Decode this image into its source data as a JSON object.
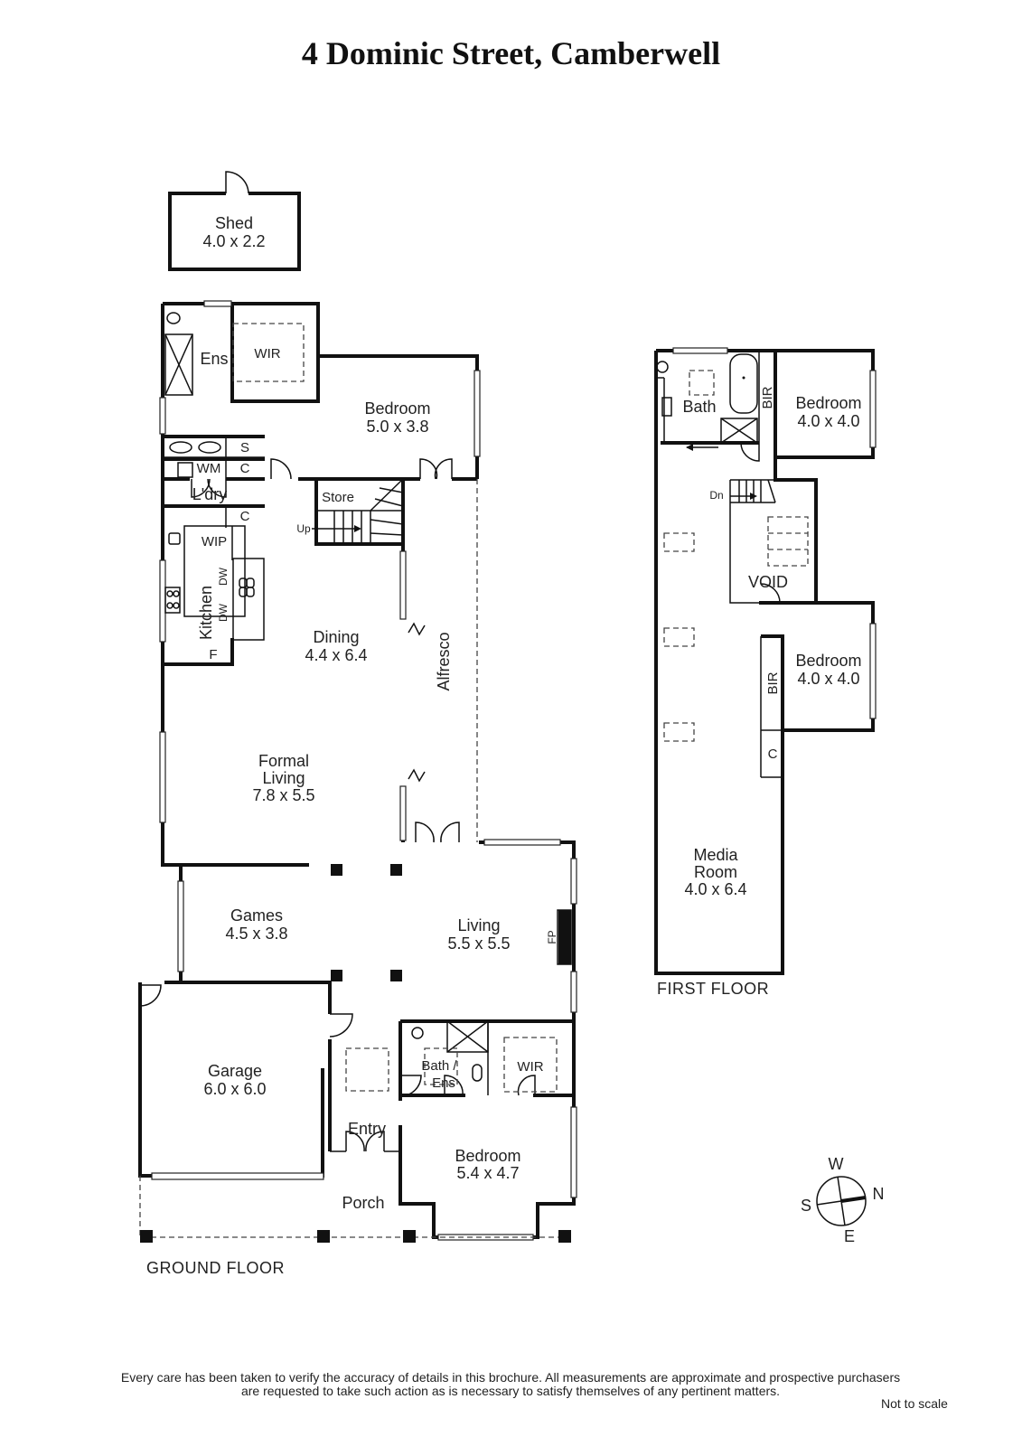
{
  "title": "4 Dominic Street, Camberwell",
  "ground_floor": {
    "label": "GROUND FLOOR",
    "shed": {
      "name": "Shed",
      "size": "4.0 x 2.2"
    },
    "master_bedroom": {
      "name": "Bedroom",
      "size": "5.0 x 3.8"
    },
    "ens": "Ens",
    "wir_top": "WIR",
    "laundry": "L'dry",
    "wm": "WM",
    "s": "S",
    "c_laundry": "C",
    "c_kitchen": "C",
    "store": "Store",
    "up": "Up",
    "wip": "WIP",
    "dw1": "DW",
    "dw2": "DW",
    "kitchen": "Kitchen",
    "f": "F",
    "dining": {
      "name": "Dining",
      "size": "4.4 x 6.4"
    },
    "alfresco": "Alfresco",
    "formal_living": {
      "line1": "Formal",
      "line2": "Living",
      "size": "7.8 x 5.5"
    },
    "games": {
      "name": "Games",
      "size": "4.5 x 3.8"
    },
    "living": {
      "name": "Living",
      "size": "5.5 x 5.5"
    },
    "fp": "FP",
    "garage": {
      "name": "Garage",
      "size": "6.0 x 6.0"
    },
    "bath_ens": {
      "line1": "Bath /",
      "line2": "Ens"
    },
    "wir_bottom": "WIR",
    "entry": "Entry",
    "front_bedroom": {
      "name": "Bedroom",
      "size": "5.4 x 4.7"
    },
    "porch": "Porch"
  },
  "first_floor": {
    "label": "FIRST FLOOR",
    "bath": "Bath",
    "bir1": "BIR",
    "bedroom1": {
      "name": "Bedroom",
      "size": "4.0 x 4.0"
    },
    "dn": "Dn",
    "void": "VOID",
    "bir2": "BIR",
    "bedroom2": {
      "name": "Bedroom",
      "size": "4.0 x 4.0"
    },
    "c": "C",
    "media_room": {
      "line1": "Media",
      "line2": "Room",
      "size": "4.0 x 6.4"
    }
  },
  "compass": {
    "w": "W",
    "n": "N",
    "s": "S",
    "e": "E"
  },
  "disclaimer": {
    "line1": "Every care has been taken to verify the accuracy of details in this brochure.  All measurements are approximate and prospective purchasers",
    "line2": "are requested to take such action as is necessary to satisfy themselves of any pertinent matters."
  },
  "not_to_scale": "Not to scale"
}
